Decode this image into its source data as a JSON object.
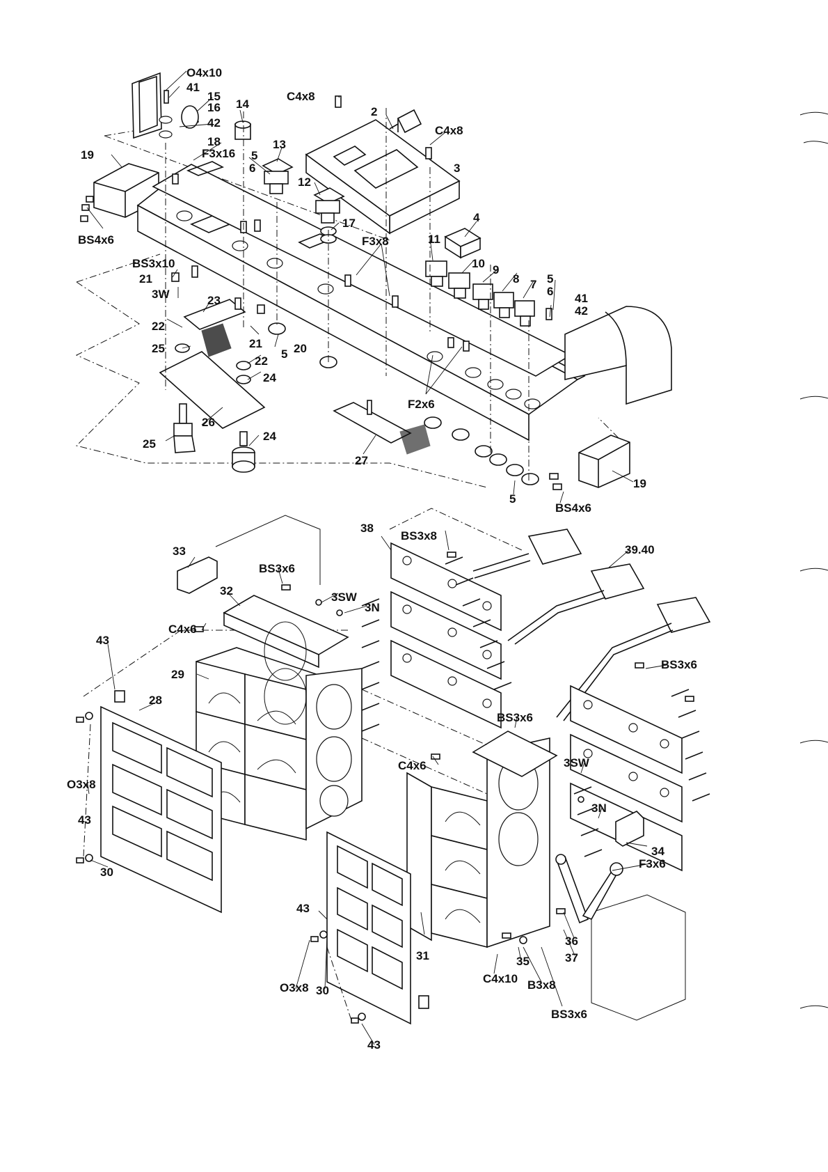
{
  "labels": [
    {
      "t": "O4x10"
    },
    {
      "t": "41"
    },
    {
      "t": "15"
    },
    {
      "t": "16"
    },
    {
      "t": "42"
    },
    {
      "t": "18"
    },
    {
      "t": "14"
    },
    {
      "t": "C4x8"
    },
    {
      "t": "2"
    },
    {
      "t": "C4x8"
    },
    {
      "t": "13"
    },
    {
      "t": "F3x16"
    },
    {
      "t": "5"
    },
    {
      "t": "6"
    },
    {
      "t": "3"
    },
    {
      "t": "12"
    },
    {
      "t": "19"
    },
    {
      "t": "BS4x6"
    },
    {
      "t": "17"
    },
    {
      "t": "4"
    },
    {
      "t": "F3x8"
    },
    {
      "t": "11"
    },
    {
      "t": "BS3x10"
    },
    {
      "t": "10"
    },
    {
      "t": "9"
    },
    {
      "t": "8"
    },
    {
      "t": "7"
    },
    {
      "t": "21"
    },
    {
      "t": "3W"
    },
    {
      "t": "5"
    },
    {
      "t": "6"
    },
    {
      "t": "41"
    },
    {
      "t": "42"
    },
    {
      "t": "23"
    },
    {
      "t": "22"
    },
    {
      "t": "21"
    },
    {
      "t": "5"
    },
    {
      "t": "20"
    },
    {
      "t": "25"
    },
    {
      "t": "22"
    },
    {
      "t": "24"
    },
    {
      "t": "F2x6"
    },
    {
      "t": "26"
    },
    {
      "t": "25"
    },
    {
      "t": "24"
    },
    {
      "t": "27"
    },
    {
      "t": "19"
    },
    {
      "t": "5"
    },
    {
      "t": "BS4x6"
    },
    {
      "t": "38"
    },
    {
      "t": "BS3x8"
    },
    {
      "t": "33"
    },
    {
      "t": "39.40"
    },
    {
      "t": "BS3x6"
    },
    {
      "t": "32"
    },
    {
      "t": "3SW"
    },
    {
      "t": "3N"
    },
    {
      "t": "C4x6"
    },
    {
      "t": "43"
    },
    {
      "t": "BS3x6"
    },
    {
      "t": "29"
    },
    {
      "t": "28"
    },
    {
      "t": "BS3x6"
    },
    {
      "t": "C4x6"
    },
    {
      "t": "3SW"
    },
    {
      "t": "O3x8"
    },
    {
      "t": "3N"
    },
    {
      "t": "43"
    },
    {
      "t": "34"
    },
    {
      "t": "F3x6"
    },
    {
      "t": "30"
    },
    {
      "t": "43"
    },
    {
      "t": "36"
    },
    {
      "t": "37"
    },
    {
      "t": "31"
    },
    {
      "t": "35"
    },
    {
      "t": "C4x10"
    },
    {
      "t": "B3x8"
    },
    {
      "t": "O3x8"
    },
    {
      "t": "30"
    },
    {
      "t": "BS3x6"
    },
    {
      "t": "43"
    }
  ]
}
